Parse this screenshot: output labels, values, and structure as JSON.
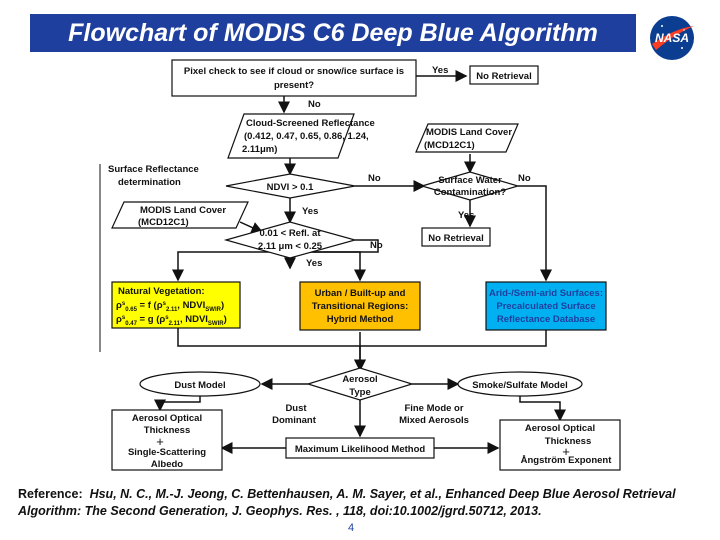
{
  "title": "Flowchart of MODIS C6 Deep Blue Algorithm",
  "logo": {
    "icon": "nasa-meatball-icon",
    "text": "NASA",
    "colors": {
      "blue": "#0b3d91",
      "red": "#fc3d21"
    }
  },
  "colors": {
    "title_banner": "#1f3f9f",
    "natural_vegetation_box": "#ffff00",
    "urban_box": "#ffc000",
    "arid_box": "#00b0f0",
    "arid_text": "#1f3f9f"
  },
  "nodes": {
    "pixel_check": [
      "Pixel check to see if cloud or snow/ice surface is",
      "present?"
    ],
    "no_retrieval_1": "No Retrieval",
    "cloud_screened": [
      "Cloud-Screened Reflectance",
      "(0.412, 0.47, 0.65, 0.86, 1.24,",
      "2.11μm)"
    ],
    "land_cover_right": [
      "MODIS Land Cover",
      "(MCD12C1)"
    ],
    "surface_reflectance_label": [
      "Surface Reflectance",
      "determination"
    ],
    "ndvi": "NDVI > 0.1",
    "surface_water": [
      "Surface Water",
      "Contamination?"
    ],
    "land_cover_left": [
      "MODIS Land Cover",
      "(MCD12C1)"
    ],
    "refl_check": [
      "0.01 < Refl. at",
      "2.11 μm < 0.25"
    ],
    "no_retrieval_2": "No Retrieval",
    "natural_vegetation": {
      "title": "Natural Vegetation:",
      "line1_prefix": "ρ",
      "line1_sup": "s",
      "line1_sub": "0.65",
      "line1_mid": " = f (ρ",
      "line1_sup2": "s",
      "line1_sub2": "2.11",
      "line1_mid2": ", NDVI",
      "line1_sub3": "SWIR",
      "line1_end": ")",
      "line2_prefix": "ρ",
      "line2_sup": "s",
      "line2_sub": "0.47",
      "line2_mid": " = g (ρ",
      "line2_sup2": "s",
      "line2_sub2": "2.11",
      "line2_mid2": ", NDVI",
      "line2_sub3": "SWIR",
      "line2_end": ")"
    },
    "urban": [
      "Urban / Built-up and",
      "Transitional Regions:",
      "Hybrid Method"
    ],
    "arid": [
      "Arid-/Semi-arid Surfaces:",
      "Precalculated Surface",
      "Reflectance Database"
    ],
    "dust_model": "Dust Model",
    "aerosol_type": [
      "Aerosol",
      "Type"
    ],
    "smoke_model": "Smoke/Sulfate Model",
    "dust_dominant": [
      "Dust",
      "Dominant"
    ],
    "fine_mode": [
      "Fine Mode or",
      "Mixed Aerosols"
    ],
    "aod_left": [
      "Aerosol Optical",
      "Thickness",
      "+",
      "Single-Scattering",
      "Albedo"
    ],
    "max_likelihood": "Maximum Likelihood Method",
    "aod_right": [
      "Aerosol Optical",
      "Thickness",
      "+",
      "Ångström Exponent"
    ]
  },
  "edge_labels": {
    "pixel_yes": "Yes",
    "pixel_no": "No",
    "ndvi_no": "No",
    "ndvi_yes": "Yes",
    "water_no": "No",
    "water_yes": "Yes",
    "refl_no": "No",
    "refl_yes": "Yes"
  },
  "reference": {
    "prefix": "Reference:",
    "text": "Hsu, N. C., M.-J. Jeong, C. Bettenhausen, A. M. Sayer, et al., Enhanced Deep Blue Aerosol Retrieval Algorithm: The Second Generation, J. Geophys. Res. , 118, doi:10.1002/jgrd.50712, 2013."
  },
  "page_number": "4"
}
